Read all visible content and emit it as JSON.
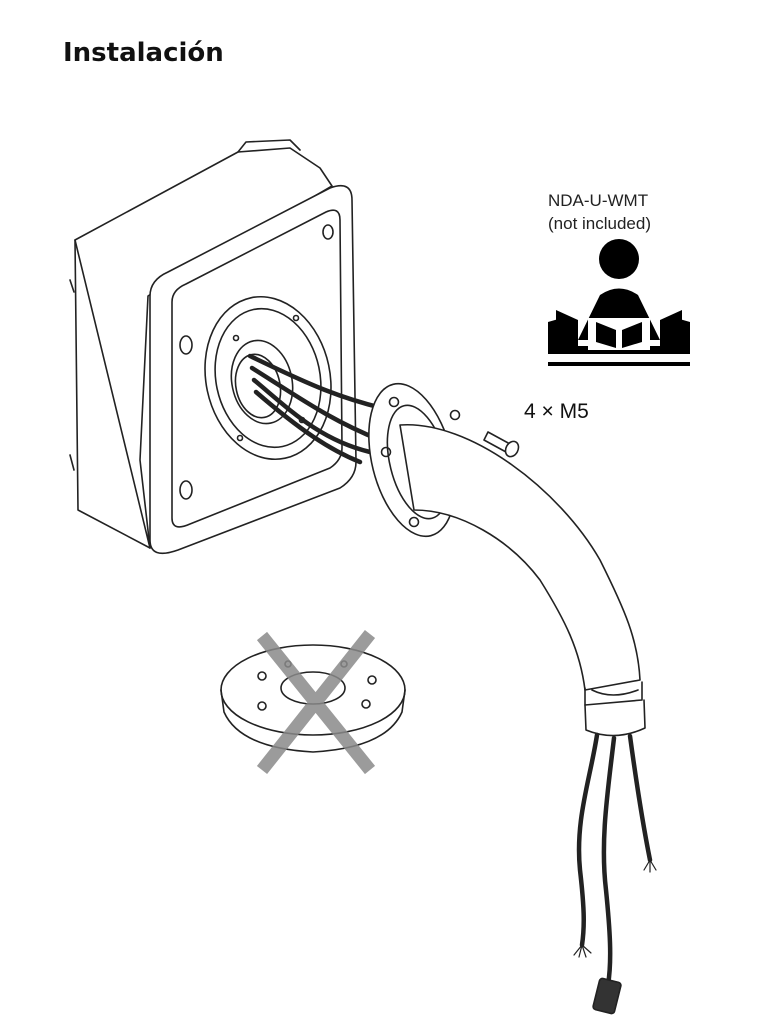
{
  "page": {
    "title": "Instalación"
  },
  "callout": {
    "model": "NDA-U-WMT",
    "note": "(not included)"
  },
  "hardware": {
    "screws": "4 × M5"
  },
  "colors": {
    "text": "#111111",
    "line": "#222222",
    "cross": "#8a8a8a"
  },
  "icons": [
    "manual-reader-icon",
    "cross-icon"
  ]
}
